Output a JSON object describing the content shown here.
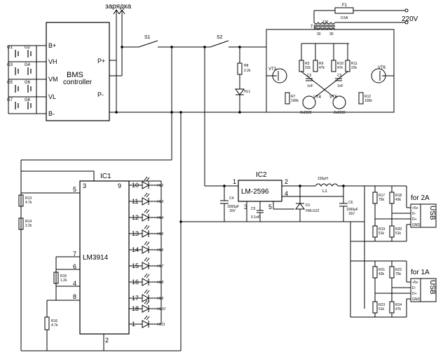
{
  "charge_label": "зарядка",
  "bms": {
    "line1": "BMS",
    "line2": "controller",
    "pins_left": [
      "B+",
      "VH",
      "VM",
      "VL",
      "B-"
    ],
    "pins_right": [
      "P+",
      "P-"
    ]
  },
  "cells": [
    "G1",
    "G2",
    "G3",
    "G4",
    "G5",
    "G6",
    "G7",
    "G8"
  ],
  "switches": [
    "S1",
    "S2"
  ],
  "mains": {
    "fuse": "F1",
    "fuse_rating": "0.5A",
    "voltage": "220V",
    "transformer": "T1",
    "taps": [
      "120",
      "30",
      "30"
    ]
  },
  "inverter": [
    {
      "ref": "R8",
      "val": "2.2k"
    },
    {
      "ref": "R3",
      "val": "22k"
    },
    {
      "ref": "R9",
      "val": "47k"
    },
    {
      "ref": "R10",
      "val": "47k"
    },
    {
      "ref": "R11",
      "val": "22k"
    },
    {
      "ref": "R7",
      "val": "100k"
    },
    {
      "ref": "R12",
      "val": "100k"
    },
    {
      "ref": "C2",
      "val": "1nF"
    },
    {
      "ref": "C3",
      "val": "1nF"
    },
    {
      "ref": "VT3"
    },
    {
      "ref": "VT6"
    },
    {
      "ref": "VT4",
      "val": "2n2222"
    },
    {
      "ref": "VT5",
      "val": "2n2222"
    },
    {
      "ref": "HL1"
    }
  ],
  "ic1": {
    "ref": "IC1",
    "part": "LM3914",
    "pins_top": [
      "3",
      "9"
    ],
    "pins_left": [
      "5",
      "7",
      "6",
      "4",
      "8"
    ],
    "pin_bottom": "2",
    "pins_right": [
      "10",
      "11",
      "12",
      "13",
      "14",
      "15",
      "16",
      "17",
      "18",
      "1"
    ],
    "leds": [
      "HL2",
      "HL3",
      "HL4",
      "HL5",
      "HL6",
      "HL7",
      "HL8",
      "HL9",
      "HL10",
      "HL11"
    ],
    "resistors": [
      {
        "ref": "R13",
        "val": "4.7k"
      },
      {
        "ref": "R14",
        "val": "2.2k"
      },
      {
        "ref": "R15",
        "val": "1.2k"
      },
      {
        "ref": "R16",
        "val": "4.7k"
      }
    ]
  },
  "ic2": {
    "ref": "IC2",
    "part": "LM-2596",
    "pins": [
      "1",
      "2",
      "3",
      "4",
      "5"
    ],
    "c4": {
      "ref": "C4",
      "val1": "1000μF",
      "val2": "16V"
    },
    "c5": {
      "ref": "C5",
      "val": "0.1nF"
    },
    "d1": {
      "ref": "D1",
      "val": "FMLG22"
    },
    "l1": {
      "ref": "L1",
      "val": "150μH"
    },
    "c6": {
      "ref": "C6",
      "val1": "1000μF",
      "val2": "16V"
    }
  },
  "usb_outputs": [
    {
      "label": "for 2A",
      "usb": "USB",
      "pins": [
        "+5v",
        "D-",
        "D+",
        "GND"
      ],
      "resistors": [
        {
          "ref": "R17",
          "val": "75k"
        },
        {
          "ref": "R18",
          "val": "43k"
        },
        {
          "ref": "R19",
          "val": "51k"
        },
        {
          "ref": "R20",
          "val": "51k"
        }
      ]
    },
    {
      "label": "for 1A",
      "usb": "USB",
      "pins": [
        "+5v",
        "D-",
        "D+",
        "GND"
      ],
      "resistors": [
        {
          "ref": "R21",
          "val": "43k"
        },
        {
          "ref": "R22",
          "val": "75k"
        },
        {
          "ref": "R23",
          "val": "51k"
        },
        {
          "ref": "R24",
          "val": "47k"
        }
      ]
    }
  ]
}
